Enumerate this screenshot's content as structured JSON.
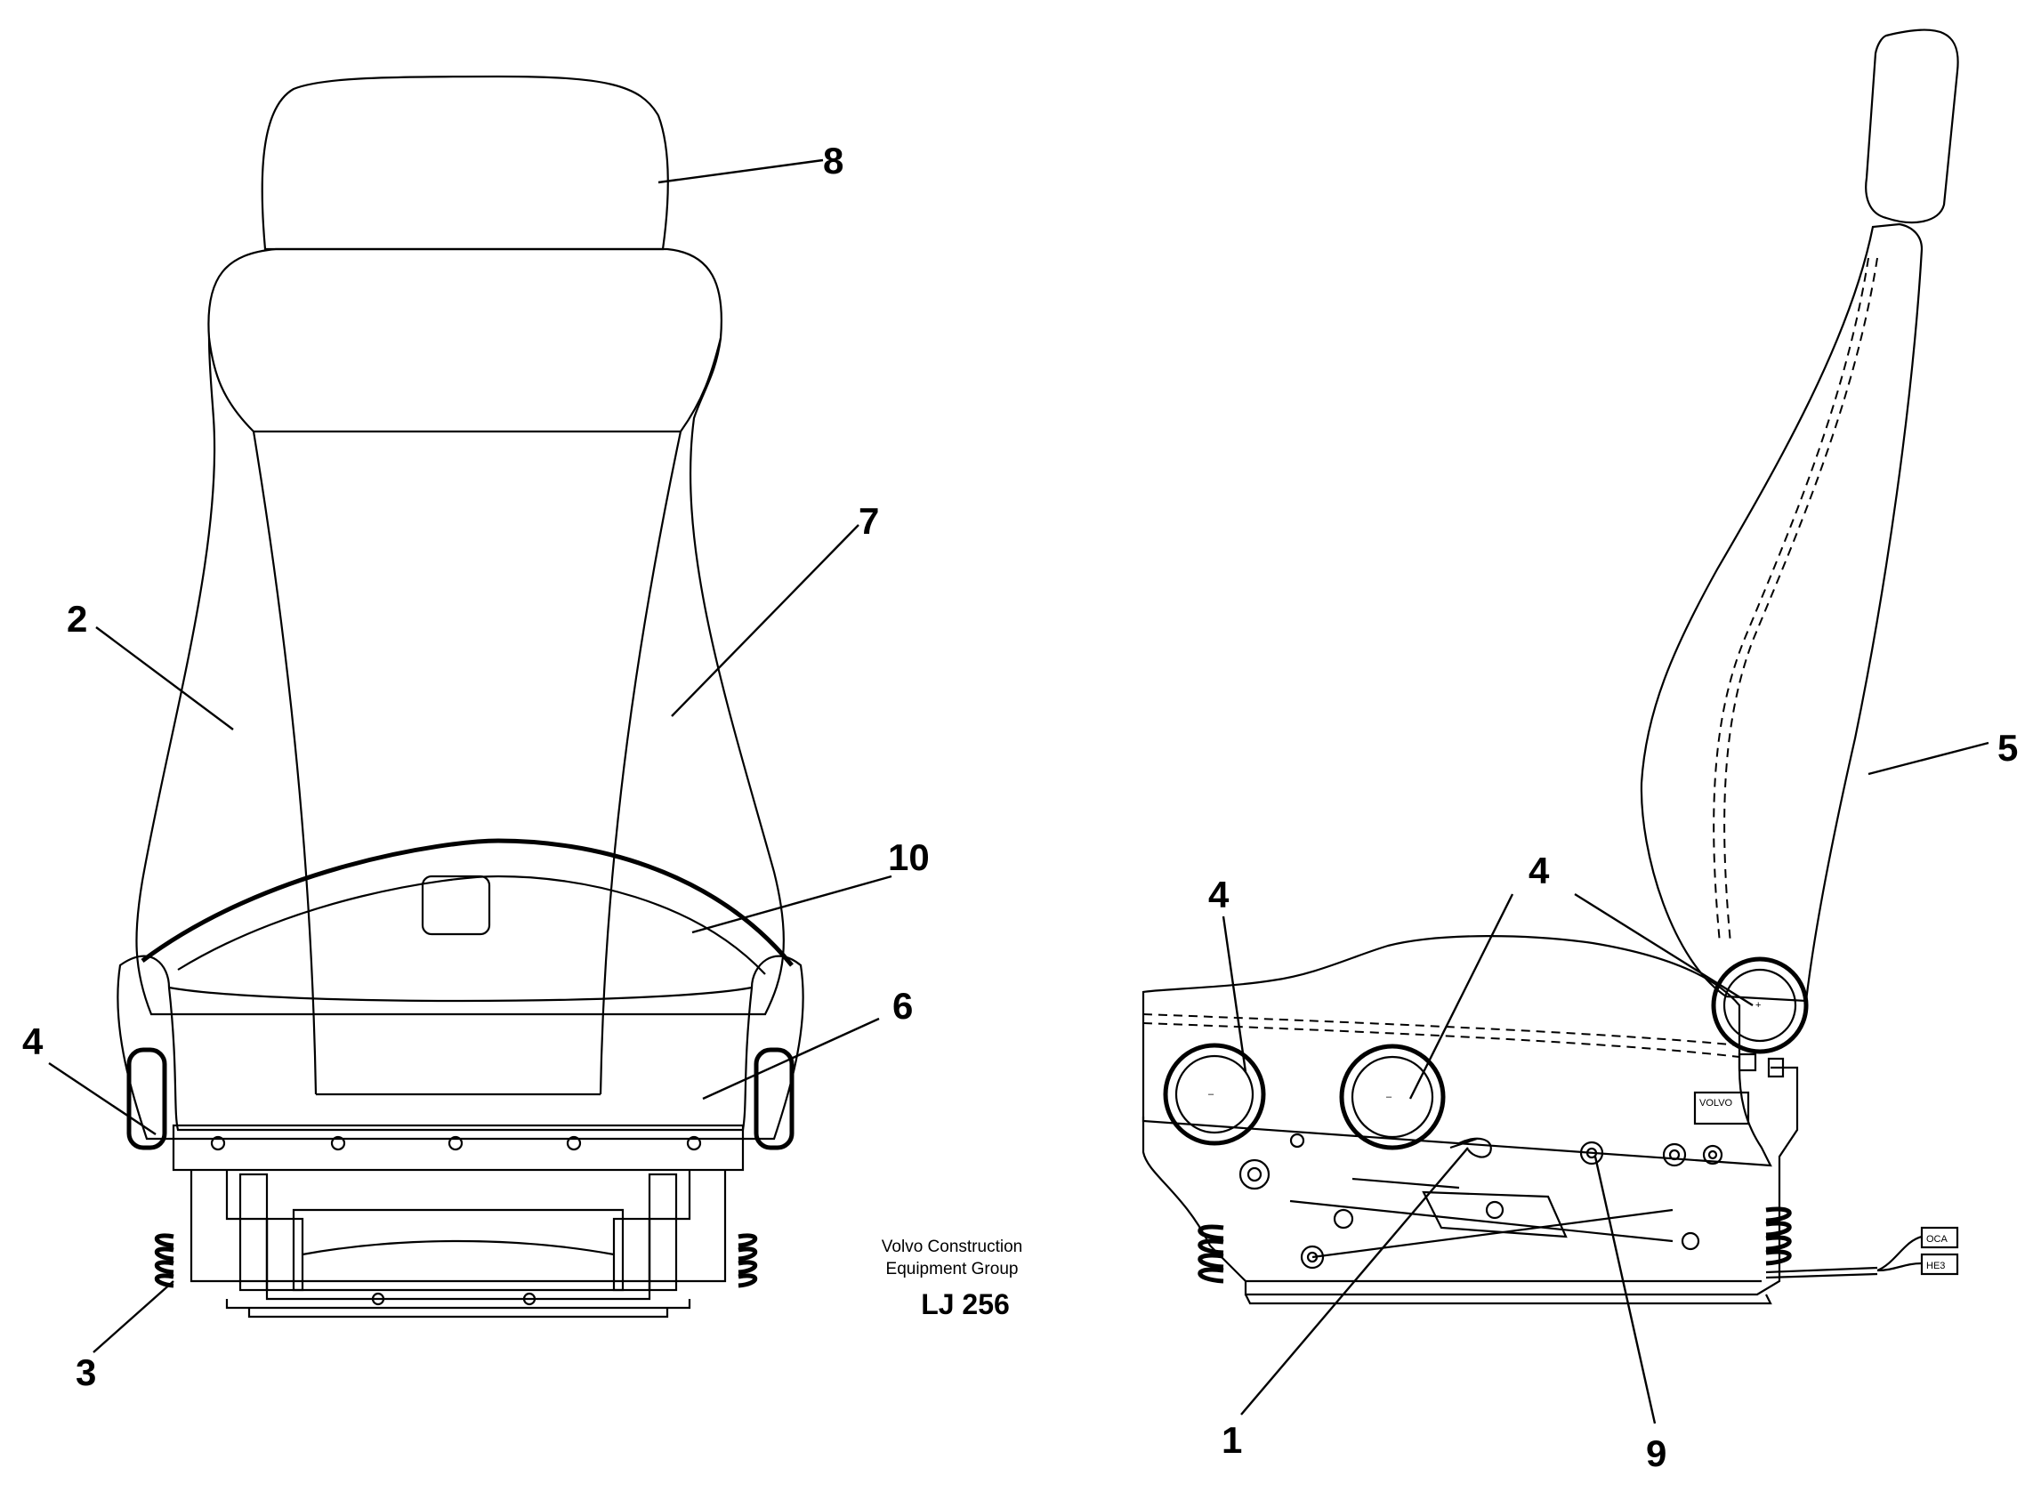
{
  "caption": {
    "line1": "Volvo Construction",
    "line2": "Equipment Group",
    "code": "LJ 256"
  },
  "front_view": {
    "callouts": {
      "c8": "8",
      "c7": "7",
      "c2": "2",
      "c10": "10",
      "c6": "6",
      "c4": "4",
      "c3": "3"
    }
  },
  "side_view": {
    "callouts": {
      "c5": "5",
      "c4a": "4",
      "c4b": "4",
      "c1": "1",
      "c9": "9"
    },
    "plate_text": "VOLVO",
    "connector_labels": [
      "OCA",
      "HE3"
    ]
  }
}
